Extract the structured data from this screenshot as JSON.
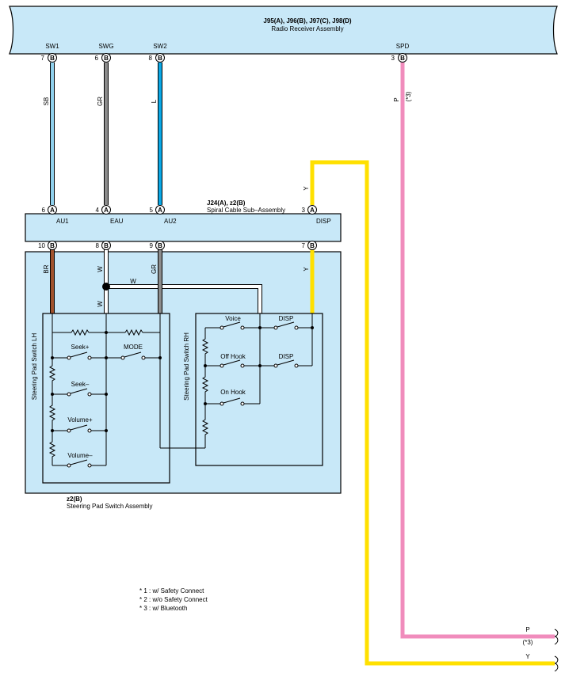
{
  "radio_receiver": {
    "codes": "J95(A), J96(B), J97(C), J98(D)",
    "name": "Radio Receiver Assembly",
    "pins": [
      {
        "signal": "SW1",
        "num": "7",
        "conn": "B"
      },
      {
        "signal": "SWG",
        "num": "6",
        "conn": "B"
      },
      {
        "signal": "SW2",
        "num": "8",
        "conn": "B"
      },
      {
        "signal": "SPD",
        "num": "3",
        "conn": "B"
      }
    ]
  },
  "wires": {
    "sw1": {
      "color_code": "SB",
      "hex": "#8fd0ec"
    },
    "swg": {
      "color_code": "GR",
      "hex": "#8c8c8c"
    },
    "sw2": {
      "color_code": "L",
      "hex": "#0aa8e6"
    },
    "spd": {
      "color_code": "P",
      "note": "(*3)",
      "hex": "#f08cbc"
    },
    "disp": {
      "color_code": "Y",
      "hex": "#ffe000"
    },
    "br": {
      "color_code": "BR",
      "hex": "#a0522d"
    },
    "w_left": {
      "color_code": "W",
      "hex": "#ffffff"
    },
    "w_splice": {
      "color_code": "W"
    },
    "w_lower": {
      "color_code": "W"
    },
    "gr_lower": {
      "color_code": "GR"
    },
    "y_lower": {
      "color_code": "Y"
    }
  },
  "spiral_cable": {
    "codes": "J24(A), z2(B)",
    "name": "Spiral Cable Sub–Assembly",
    "top_pins": [
      {
        "num": "6",
        "conn": "A",
        "signal": "AU1"
      },
      {
        "num": "4",
        "conn": "A",
        "signal": "EAU"
      },
      {
        "num": "5",
        "conn": "A",
        "signal": "AU2"
      },
      {
        "num": "3",
        "conn": "A",
        "signal": "DISP"
      }
    ],
    "bottom_pins": [
      {
        "num": "10",
        "conn": "B"
      },
      {
        "num": "8",
        "conn": "B"
      },
      {
        "num": "9",
        "conn": "B"
      },
      {
        "num": "7",
        "conn": "B"
      }
    ]
  },
  "steering_pad": {
    "code": "z2(B)",
    "name": "Steering Pad Switch Assembly",
    "lh_label": "Steering Pad Switch LH",
    "rh_label": "Steering Pad Switch RH",
    "lh_switches": [
      "Seek+",
      "MODE",
      "Seek–",
      "Volume+",
      "Volume–"
    ],
    "rh_switches": [
      "Voice",
      "DISP",
      "Off Hook",
      "DISP",
      "On Hook"
    ]
  },
  "notes": [
    "* 1 : w/ Safety Connect",
    "* 2 : w/o Safety Connect",
    "* 3 : w/ Bluetooth"
  ],
  "continuation": {
    "p_label": "P",
    "p_note": "(*3)",
    "y_label": "Y"
  }
}
